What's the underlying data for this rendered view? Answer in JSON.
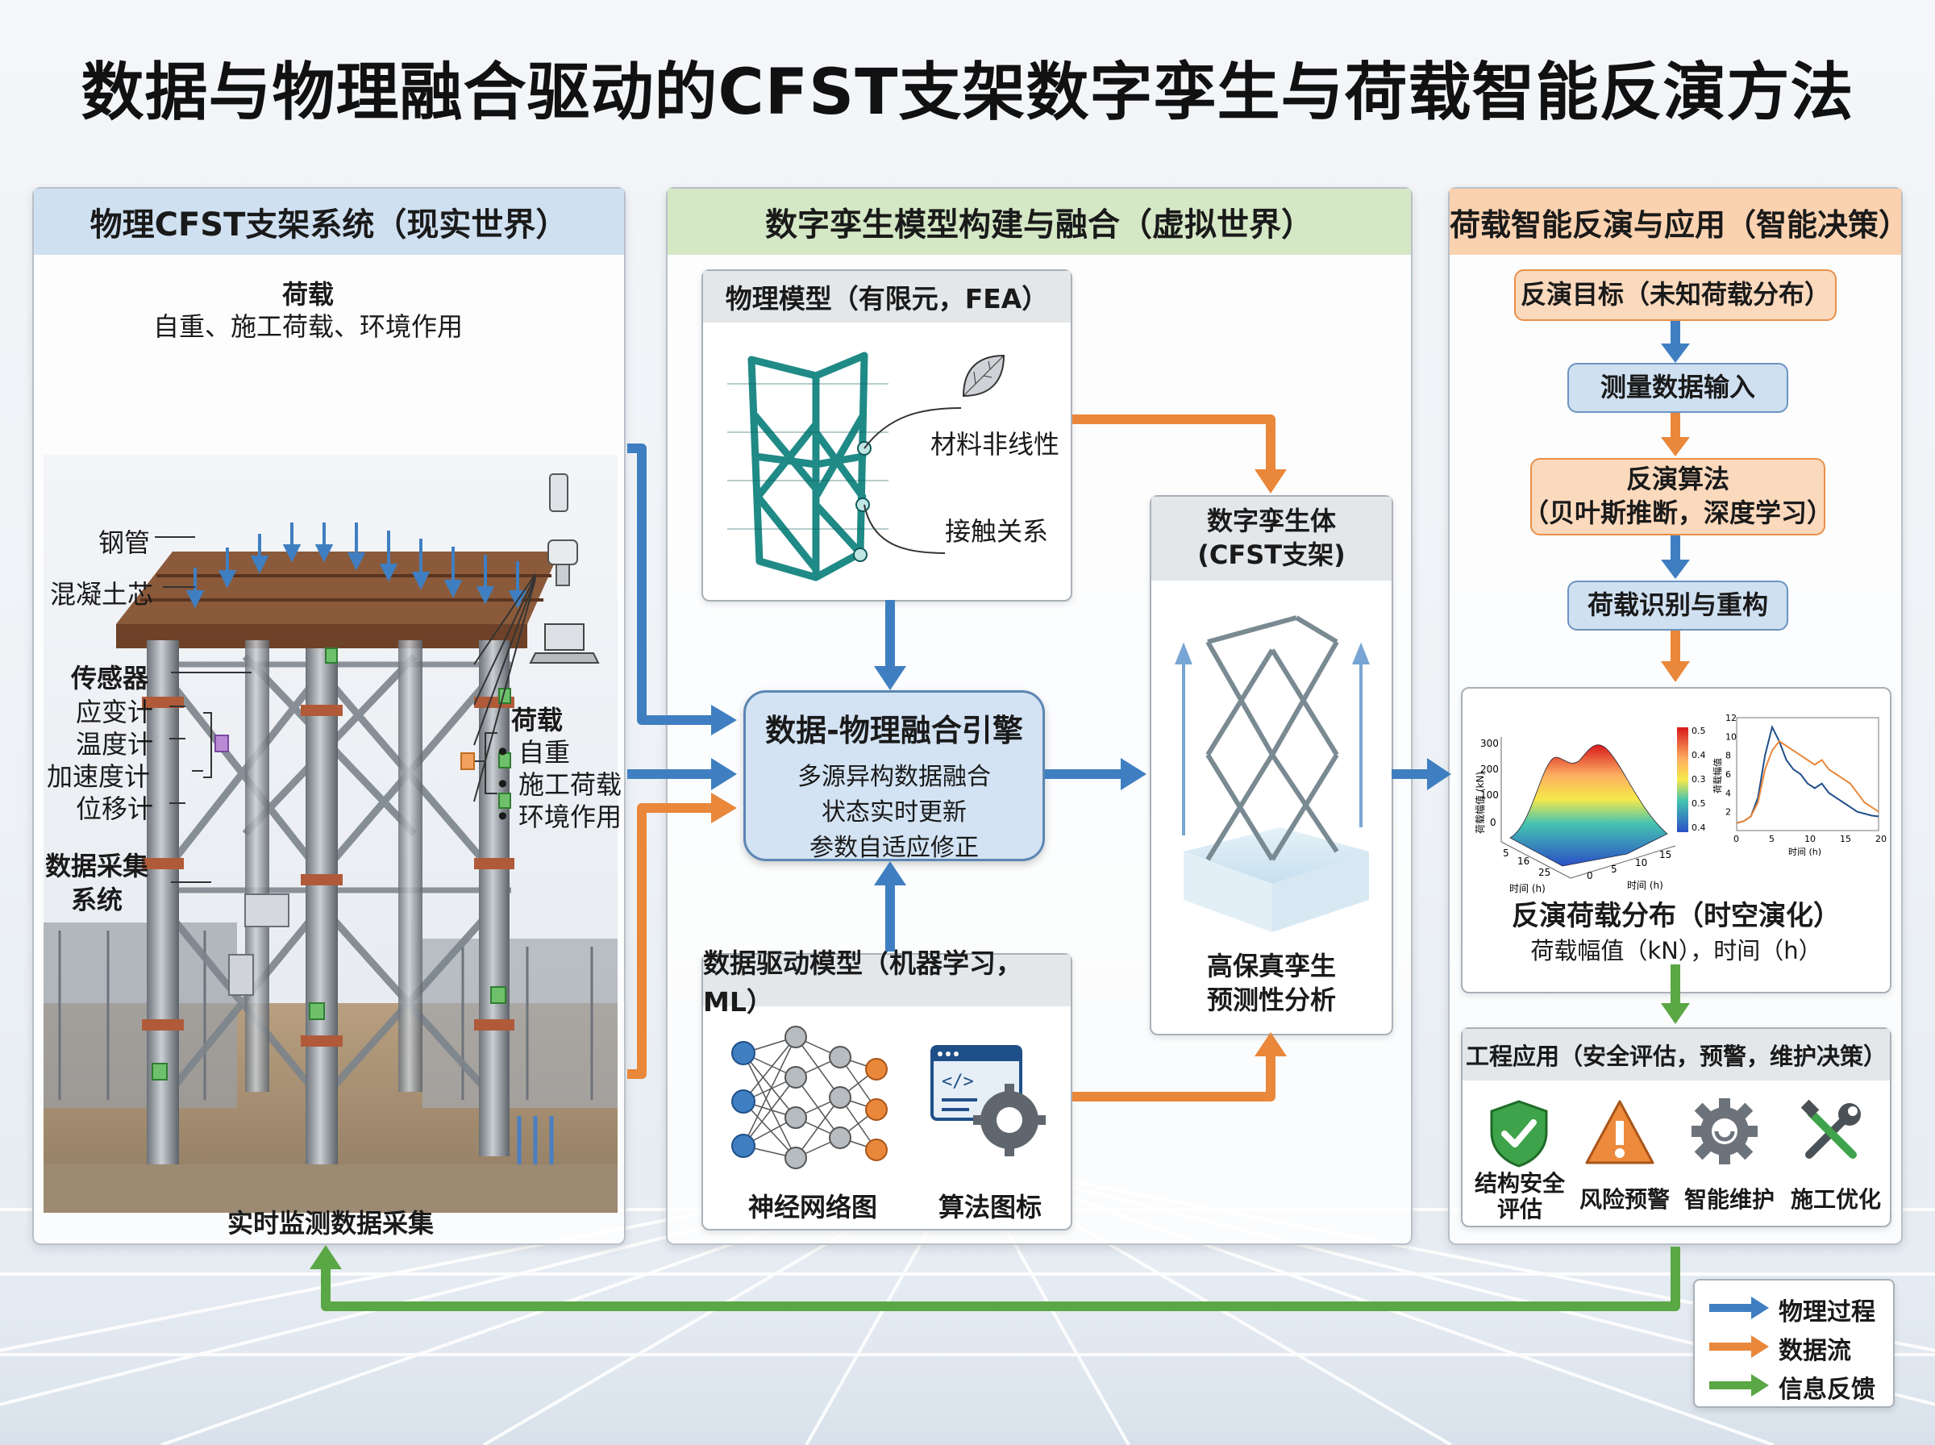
{
  "title": "数据与物理融合驱动的CFST支架数字孪生与荷载智能反演方法",
  "left_panel": {
    "header": "物理CFST支架系统（现实世界）",
    "load_title": "荷载",
    "load_sub": "自重、施工荷载、环境作用",
    "steel_pipe": "钢管",
    "concrete_core": "混凝土芯",
    "sensors_title": "传感器",
    "sensors": [
      "应变计",
      "温度计",
      "加速度计",
      "位移计"
    ],
    "daq": "数据采集\n系统",
    "load2_title": "荷载",
    "load2_items": [
      "自重",
      "施工荷载",
      "环境作用"
    ],
    "footer": "实时监测数据采集"
  },
  "middle_panel": {
    "header": "数字孪生模型构建与融合（虚拟世界）",
    "fea_card": {
      "title": "物理模型（有限元，FEA）",
      "material": "材料非线性",
      "contact": "接触关系"
    },
    "engine": {
      "title": "数据-物理融合引擎",
      "lines": [
        "多源异构数据融合",
        "状态实时更新",
        "参数自适应修正"
      ]
    },
    "ml_card": {
      "title": "数据驱动模型（机器学习，ML）",
      "nn_label": "神经网络图",
      "algo_label": "算法图标"
    },
    "twin_card": {
      "title": "数字孪生体\n(CFST支架)",
      "caption": "高保真孪生\n预测性分析"
    }
  },
  "right_panel": {
    "header": "荷载智能反演与应用（智能决策）",
    "steps": [
      "反演目标（未知荷载分布）",
      "测量数据输入",
      "反演算法\n（贝叶斯推断，深度学习）",
      "荷载识别与重构"
    ],
    "result": {
      "caption": "反演荷载分布（时空演化）",
      "sub": "荷载幅值（kN），时间（h）",
      "z_label": "荷载幅值 (kN)",
      "x_label": "时间 (h)",
      "y_label": "时间 (h)",
      "z_ticks": [
        "300",
        "200",
        "100",
        "0"
      ],
      "x_ticks": [
        "5",
        "16",
        "25"
      ],
      "y_ticks": [
        "0",
        "5",
        "10",
        "15"
      ],
      "colorbar_ticks": [
        "0.5",
        "0.4",
        "0.3",
        "0.5",
        "0.4"
      ],
      "line_ylabel": "荷载幅值",
      "line_xlabel": "时间 (h)",
      "line_yticks": [
        "12",
        "10",
        "8",
        "6",
        "4",
        "2"
      ],
      "line_xticks": [
        "0",
        "5",
        "10",
        "15",
        "20"
      ]
    },
    "apps": {
      "title": "工程应用（安全评估，预警，维护决策）",
      "items": [
        "结构安全\n评估",
        "风险预警",
        "智能维护",
        "施工优化"
      ]
    }
  },
  "legend": [
    "物理过程",
    "数据流",
    "信息反馈"
  ],
  "colors": {
    "blue_flow": "#3f7fc1",
    "orange_flow": "#e9873a",
    "green_flow": "#5aa745"
  },
  "chart_data": {
    "type": "line",
    "x": [
      0,
      1,
      2,
      3,
      4,
      5,
      6,
      7,
      8,
      9,
      10,
      11,
      12,
      13,
      14,
      15,
      16,
      17,
      18,
      19,
      20
    ],
    "series": [
      {
        "values": [
          0.8,
          1.0,
          1.5,
          3.5,
          8.0,
          11.0,
          9.5,
          7.5,
          6.5,
          6.0,
          5.0,
          4.5,
          5.0,
          4.0,
          3.5,
          3.0,
          2.5,
          2.0,
          1.8,
          1.6,
          1.5
        ]
      },
      {
        "values": [
          0.8,
          1.0,
          1.5,
          3.0,
          6.5,
          8.5,
          9.5,
          9.0,
          8.5,
          8.0,
          7.5,
          7.0,
          7.5,
          6.5,
          6.0,
          5.5,
          5.0,
          4.0,
          3.0,
          2.5,
          2.0
        ]
      }
    ],
    "xlim": [
      0,
      20
    ],
    "ylim": [
      0,
      12
    ],
    "ylabel": "荷载幅值",
    "xlabel": "时间 (h)"
  }
}
